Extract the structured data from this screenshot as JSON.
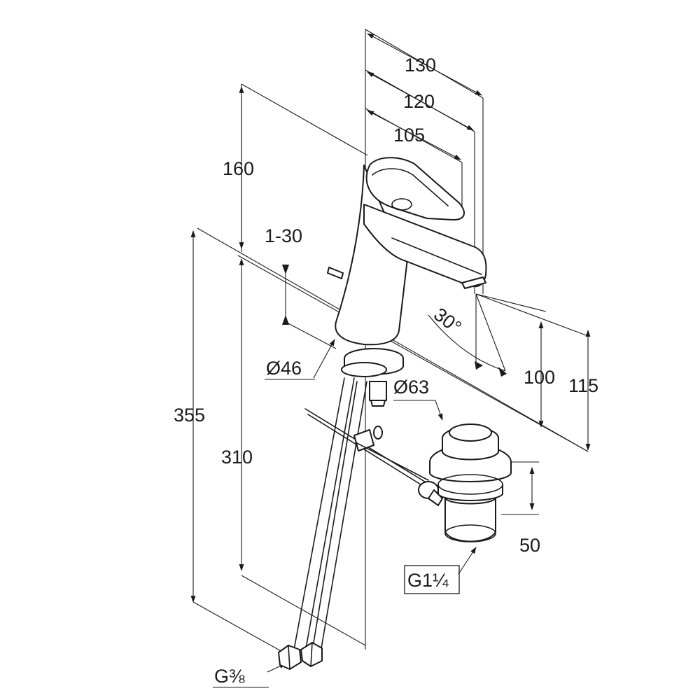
{
  "dimensions": {
    "d130": "130",
    "d120": "120",
    "d105": "105",
    "d160": "160",
    "d1_30": "1-30",
    "d30deg": "30°",
    "d100": "100",
    "d115": "115",
    "dia46": "Ø46",
    "dia63": "Ø63",
    "d355": "355",
    "d310": "310",
    "d50": "50",
    "g114": "G1¼",
    "g38": "G⅜"
  }
}
